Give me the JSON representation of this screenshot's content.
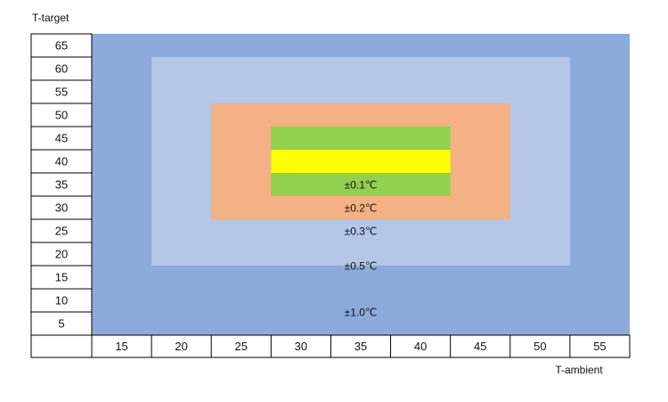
{
  "chart_data": {
    "type": "heatmap",
    "title": "",
    "ylabel": "T-target",
    "xlabel": "T-ambient",
    "x_ticks": [
      "15",
      "20",
      "25",
      "30",
      "35",
      "40",
      "45",
      "50",
      "55"
    ],
    "y_ticks": [
      "65",
      "60",
      "55",
      "50",
      "45",
      "40",
      "35",
      "30",
      "25",
      "20",
      "15",
      "10",
      "5"
    ],
    "zones": [
      {
        "label": "±1.0℃",
        "color": "#8eaadb",
        "x_range": [
          "15",
          "55"
        ],
        "y_range": [
          "5",
          "65"
        ]
      },
      {
        "label": "±0.5℃",
        "color": "#b4c7e7",
        "x_range": [
          "20",
          "55"
        ],
        "y_range": [
          "15",
          "60"
        ]
      },
      {
        "label": "±0.3℃",
        "color": "#f4b183",
        "x_range": [
          "25",
          "50"
        ],
        "y_range": [
          "25",
          "50"
        ]
      },
      {
        "label": "±0.2℃",
        "color": "#92d050",
        "x_range": [
          "30",
          "45"
        ],
        "y_range": [
          "30",
          "45"
        ]
      },
      {
        "label": "±0.1℃",
        "color": "#ffff00",
        "x_range": [
          "30",
          "45"
        ],
        "y_range": [
          "35",
          "40"
        ]
      }
    ]
  }
}
